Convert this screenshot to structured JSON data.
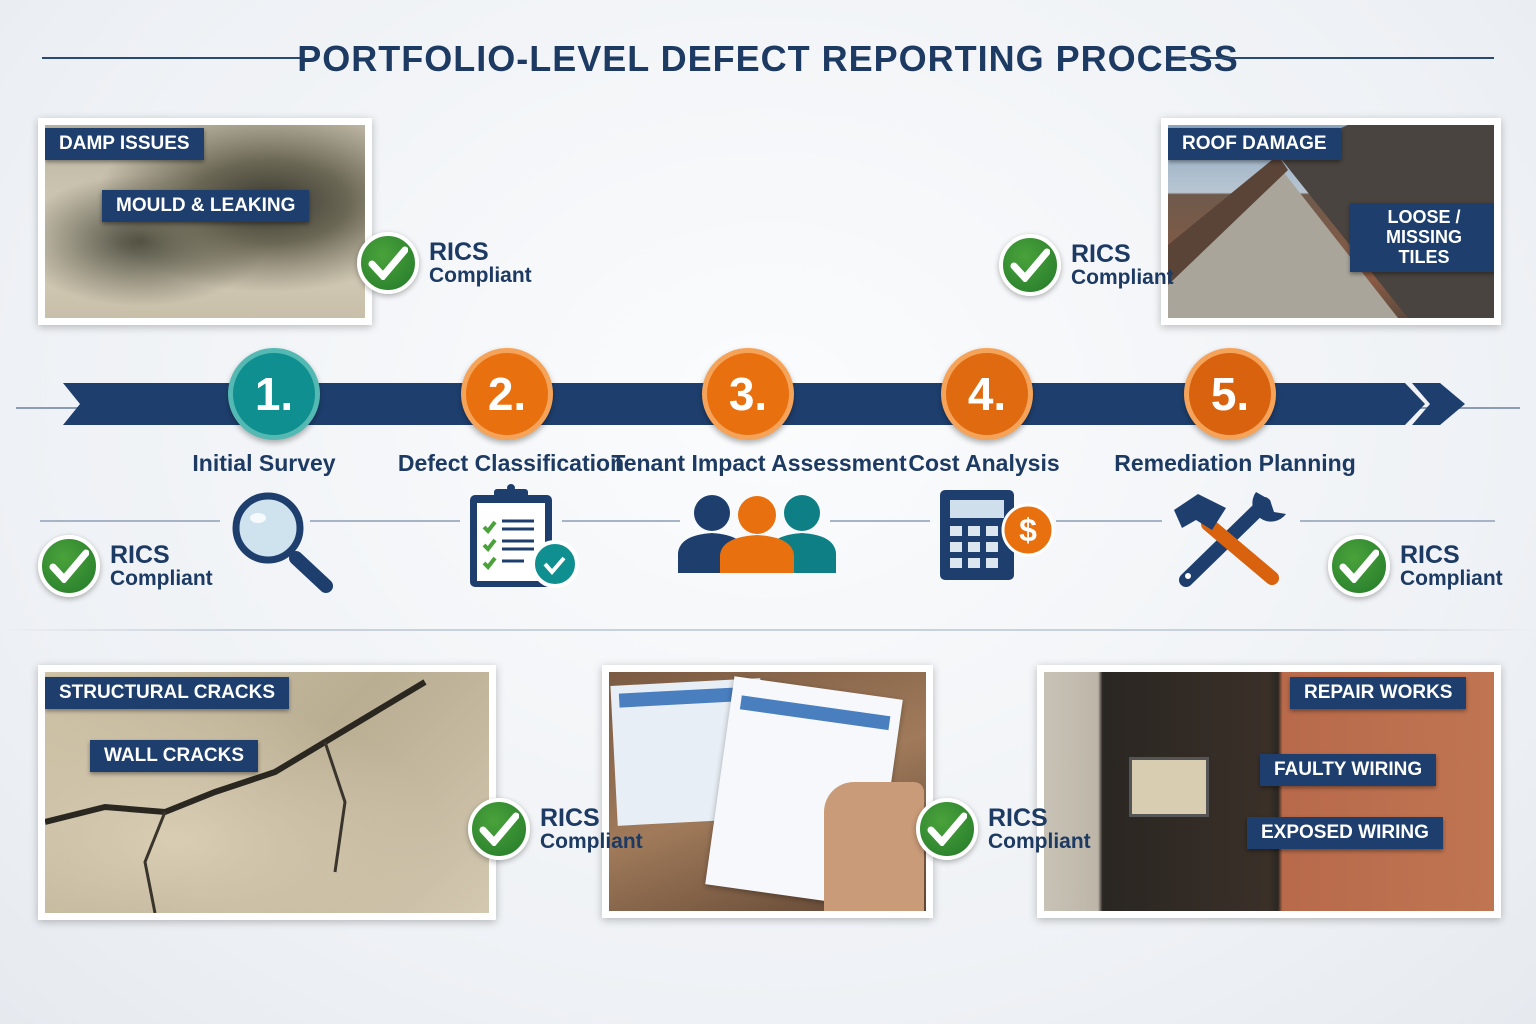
{
  "title": "PORTFOLIO-LEVEL DEFECT REPORTING PROCESS",
  "rics": {
    "line1": "RICS",
    "line2": "Compliant"
  },
  "steps": [
    {
      "number": "1.",
      "label": "Initial Survey",
      "icon": "magnifying-glass-icon",
      "color": "#0f8f8f"
    },
    {
      "number": "2.",
      "label": "Defect Classification",
      "icon": "clipboard-checklist-icon",
      "color": "#e8700f"
    },
    {
      "number": "3.",
      "label": "Tenant Impact Assessment",
      "icon": "people-group-icon",
      "color": "#e8700f"
    },
    {
      "number": "4.",
      "label": "Cost Analysis",
      "icon": "calculator-dollar-icon",
      "color": "#e06a10"
    },
    {
      "number": "5.",
      "label": "Remediation Planning",
      "icon": "hammer-wrench-icon",
      "color": "#d9620f"
    }
  ],
  "photos": {
    "damp": {
      "tag": "DAMP ISSUES",
      "callout": "MOULD & LEAKING"
    },
    "roof": {
      "tag": "ROOF DAMAGE",
      "callout": "LOOSE / MISSING TILES"
    },
    "cracks": {
      "tag": "STRUCTURAL CRACKS",
      "callout": "WALL CRACKS"
    },
    "report": {},
    "wiring": {
      "tag": "REPAIR WORKS",
      "callout1": "FAULTY WIRING",
      "callout2": "EXPOSED WIRING"
    }
  },
  "colors": {
    "navy": "#1e3f6e",
    "teal": "#0f8f8f",
    "orange": "#e8700f",
    "green": "#2f8a2f"
  }
}
